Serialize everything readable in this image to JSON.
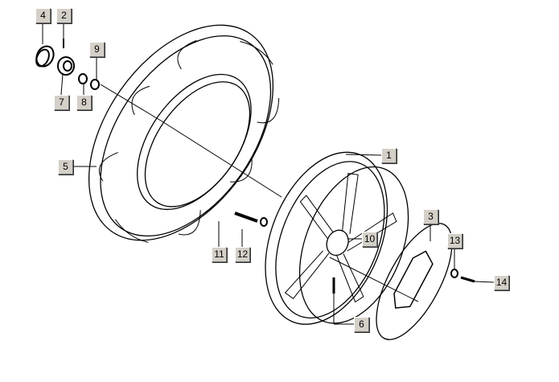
{
  "callouts": [
    {
      "id": "4",
      "label": "4"
    },
    {
      "id": "2",
      "label": "2"
    },
    {
      "id": "9",
      "label": "9"
    },
    {
      "id": "7",
      "label": "7"
    },
    {
      "id": "8",
      "label": "8"
    },
    {
      "id": "5",
      "label": "5"
    },
    {
      "id": "1",
      "label": "1"
    },
    {
      "id": "3",
      "label": "3"
    },
    {
      "id": "13",
      "label": "13"
    },
    {
      "id": "14",
      "label": "14"
    },
    {
      "id": "10",
      "label": "10"
    },
    {
      "id": "11",
      "label": "11"
    },
    {
      "id": "12",
      "label": "12"
    },
    {
      "id": "6",
      "label": "6"
    }
  ]
}
